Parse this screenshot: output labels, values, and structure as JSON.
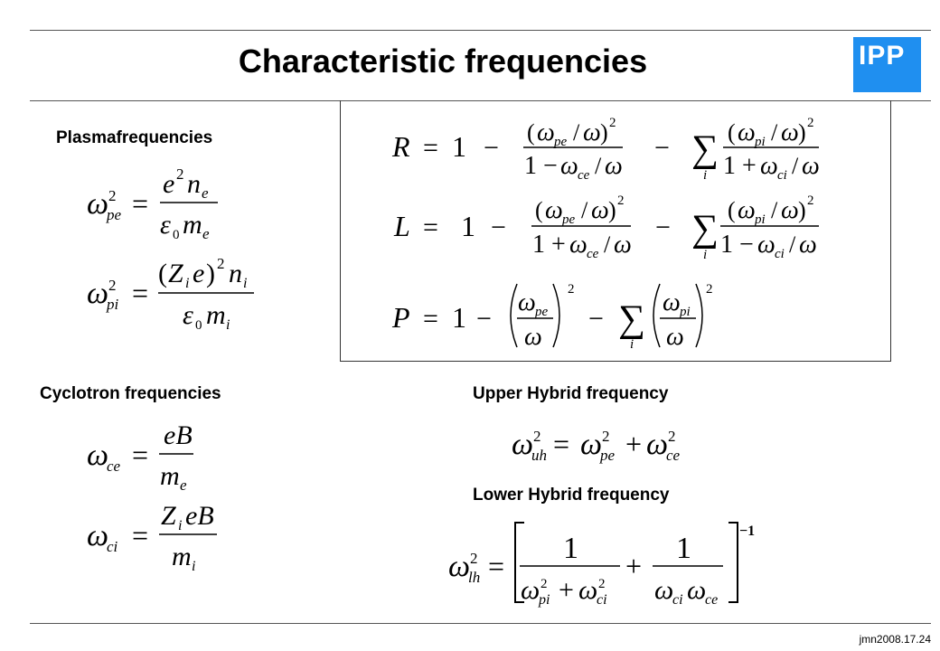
{
  "slide": {
    "title": "Characteristic frequencies",
    "logo_text": "IPP",
    "logo_color": "#1f8ff0",
    "footer": "jmn2008.17.24"
  },
  "sections": {
    "plasma": "Plasmafrequencies",
    "cyclotron": "Cyclotron frequencies",
    "upper_hybrid": "Upper Hybrid frequency",
    "lower_hybrid": "Lower Hybrid frequency"
  },
  "equations": {
    "omega_pe": "ω_pe² = e² n_e / (ε₀ m_e)",
    "omega_pi": "ω_pi² = (Z_i e)² n_i / (ε₀ m_i)",
    "R": "R = 1 − (ω_pe/ω)²/(1 − ω_ce/ω) − Σ_i (ω_pi/ω)²/(1 + ω_ci/ω)",
    "L": "L = 1 − (ω_pe/ω)²/(1 + ω_ce/ω) − Σ_i (ω_pi/ω)²/(1 − ω_ci/ω)",
    "P": "P = 1 − (ω_pe/ω)² − Σ_i (ω_pi/ω)²",
    "omega_ce": "ω_ce = eB / m_e",
    "omega_ci": "ω_ci = Z_i eB / m_i",
    "omega_uh": "ω_uh² = ω_pe² + ω_ce²",
    "omega_lh": "ω_lh² = [1/(ω_pi² + ω_ci²) + 1/(ω_ci ω_ce)]⁻¹"
  }
}
